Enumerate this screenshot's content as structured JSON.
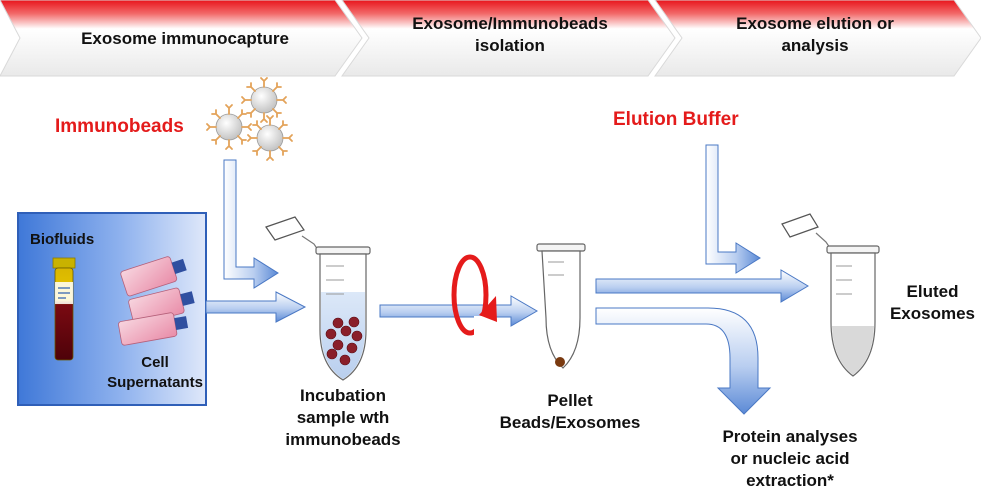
{
  "banner": {
    "steps": [
      {
        "label": "Exosome immunocapture"
      },
      {
        "label": "Exosome/Immunobeads",
        "label2": "isolation"
      },
      {
        "label": "Exosome elution or",
        "label2": "analysis"
      }
    ]
  },
  "labels": {
    "immunobeads": "Immunobeads",
    "elution_buffer": "Elution Buffer",
    "biofluids": "Biofluids",
    "cell_line1": "Cell",
    "cell_line2": "Supernatants",
    "incubation1": "Incubation",
    "incubation2": "sample wth",
    "incubation3": "immunobeads",
    "pellet1": "Pellet",
    "pellet2": "Beads/Exosomes",
    "eluted1": "Eluted",
    "eluted2": "Exosomes",
    "protein1": "Protein analyses",
    "protein2": "or nucleic acid",
    "protein3": "extraction*"
  },
  "colors": {
    "label_red": "#e41b1b",
    "arrow_blue": "#5b8ad6",
    "banner_red": "#e8141b",
    "box_blue": "#5a8fe0"
  },
  "icons": {
    "bead": "antibody-bead-icon",
    "tube": "microcentrifuge-tube-icon",
    "rotation": "centrifuge-rotation-icon",
    "blood_tube": "blood-tube-icon",
    "flasks": "cell-culture-flasks-icon"
  }
}
